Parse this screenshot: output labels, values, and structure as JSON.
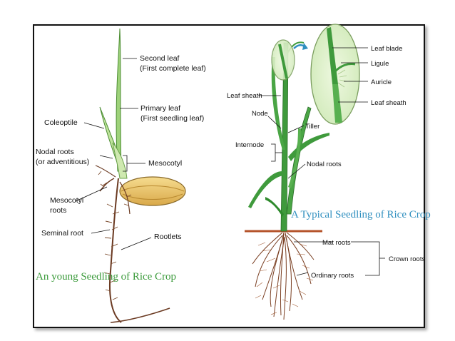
{
  "left_panel": {
    "caption": "An young Seedling of Rice Crop",
    "labels": {
      "second_leaf": "Second leaf",
      "second_leaf_sub": "(First complete leaf)",
      "primary_leaf": "Primary leaf",
      "primary_leaf_sub": "(First seedling leaf)",
      "coleoptile": "Coleoptile",
      "nodal_roots": "Nodal roots",
      "nodal_roots_sub": "(or adventitious)",
      "mesocotyl": "Mesocotyl",
      "mesocotyl_roots": "Mesocotyl",
      "mesocotyl_roots_sub": "roots",
      "seminal_root": "Seminal root",
      "rootlets": "Rootlets"
    }
  },
  "right_panel": {
    "caption": "A Typical Seedling of Rice Crop",
    "labels": {
      "leaf_blade": "Leaf blade",
      "ligule": "Ligule",
      "auricle": "Auricle",
      "leaf_sheath_detail": "Leaf sheath",
      "leaf_sheath": "Leaf sheath",
      "node": "Node",
      "tiller": "Tiller",
      "internode": "Internode",
      "nodal_roots": "Nodal roots",
      "mat_roots": "Mat roots",
      "crown_roots": "Crown roots",
      "ordinary_roots": "Ordinary roots"
    }
  },
  "colors": {
    "leaf_green": "#3f9a3c",
    "light_green": "#9ed27a",
    "root_brown": "#6b3a22",
    "soil": "#b5532a",
    "seed": "#e8c46a"
  }
}
